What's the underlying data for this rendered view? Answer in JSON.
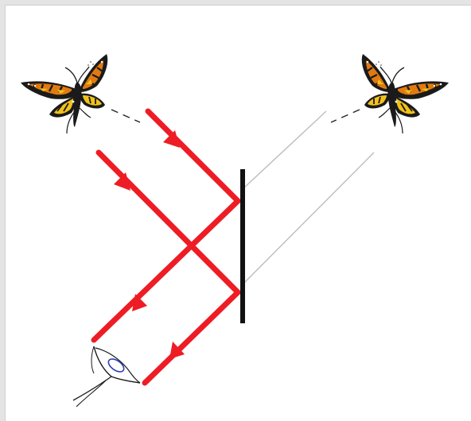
{
  "diagram": {
    "subject": "plane-mirror-reflection",
    "colors": {
      "background": "#ffffff",
      "outer_border": "#e4e4e4",
      "light_ray": "#ee1c24",
      "virtual_ray": "#bdbdbd",
      "mirror": "#111111",
      "eye_outline": "#1a1a1a",
      "eye_iris": "#2a3fb0",
      "wing_orange": "#e07a10",
      "wing_yellow": "#f2c21a",
      "wing_black": "#1a1a1a"
    },
    "elements": [
      {
        "name": "butterfly-object",
        "icon": "butterfly-icon",
        "role": "object"
      },
      {
        "name": "butterfly-image",
        "icon": "butterfly-icon",
        "role": "virtual-image"
      },
      {
        "name": "plane-mirror",
        "icon": "mirror-line",
        "role": "mirror"
      },
      {
        "name": "observer-eye",
        "icon": "eye-icon",
        "role": "observer"
      }
    ]
  }
}
